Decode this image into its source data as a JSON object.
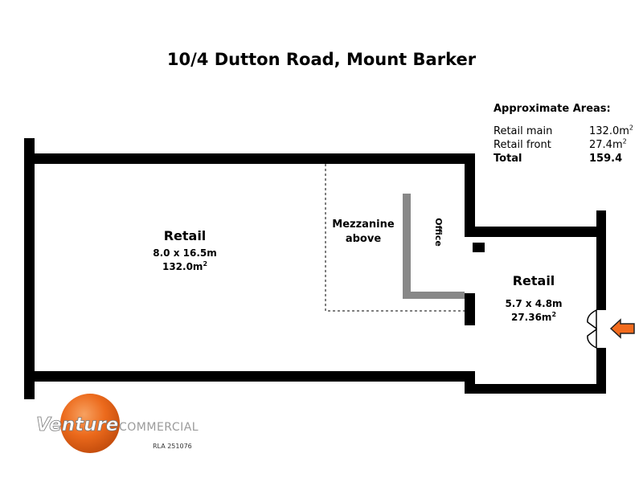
{
  "title": "10/4 Dutton Road, Mount Barker",
  "areas": {
    "heading": "Approximate Areas:",
    "rows": [
      {
        "label": "Retail main",
        "value": "132.0m",
        "sup": "2",
        "bold": false
      },
      {
        "label": "Retail front",
        "value": "27.4m",
        "sup": "2",
        "bold": false
      },
      {
        "label": "Total",
        "value": "159.4",
        "sup": "",
        "bold": true
      }
    ]
  },
  "rooms": {
    "retail_main": {
      "name": "Retail",
      "dims": "8.0 x 16.5m",
      "area": "132.0m",
      "area_sup": "2"
    },
    "mezzanine": {
      "line1": "Mezzanine",
      "line2": "above"
    },
    "office": {
      "name": "Office"
    },
    "retail_front": {
      "name": "Retail",
      "dims": "5.7 x 4.8m",
      "area": "27.36m",
      "area_sup": "2"
    }
  },
  "logo": {
    "brand": "Venture",
    "suffix": "COMMERCIAL",
    "rla": "RLA 251076",
    "colors": {
      "orange": "#ec6a1c",
      "grey": "#9b9b9b"
    }
  },
  "colors": {
    "walls": "#000000",
    "office_wall": "#888888",
    "arrow": "#f26b1d"
  }
}
